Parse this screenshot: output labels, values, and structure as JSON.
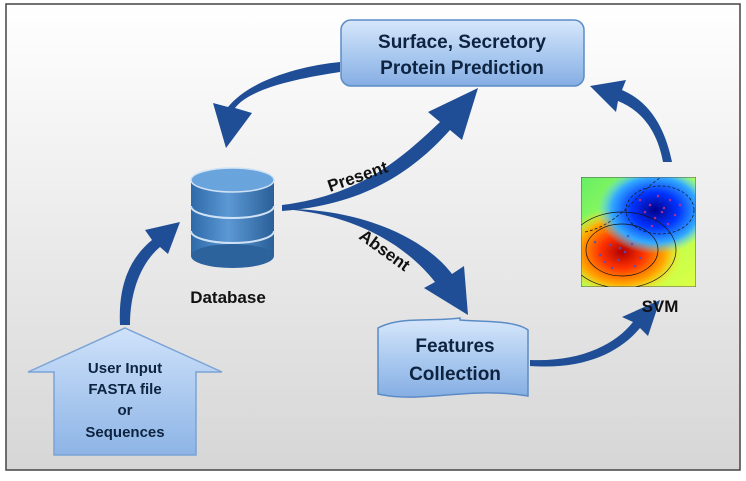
{
  "prediction_box": {
    "line1": "Surface, Secretory",
    "line2": "Protein Prediction"
  },
  "database": {
    "label": "Database"
  },
  "edges": {
    "present": "Present",
    "absent": "Absent"
  },
  "features_box": {
    "line1": "Features",
    "line2": "Collection"
  },
  "svm": {
    "label": "SVM"
  },
  "user_input": {
    "line1": "User Input",
    "line2": "FASTA file",
    "line3": "or",
    "line4": "Sequences"
  },
  "colors": {
    "arrow": "#1f4e96",
    "box_fill": "#a9c8f0",
    "box_text": "#0d2340",
    "database": "#4a86c5",
    "background_top": "#ffffff",
    "background_bottom": "#d9d9d9"
  }
}
